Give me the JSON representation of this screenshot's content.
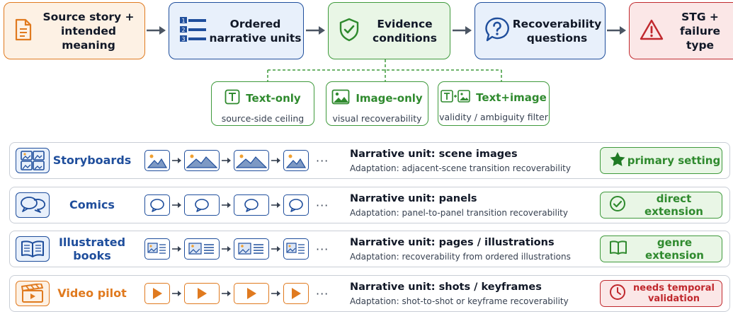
{
  "pipeline": {
    "stages": [
      {
        "label_1": "Source story +",
        "label_2": "intended meaning",
        "icon": "document-icon"
      },
      {
        "label_1": "Ordered",
        "label_2": "narrative units",
        "icon": "numbered-list-icon"
      },
      {
        "label_1": "Evidence",
        "label_2": "conditions",
        "icon": "shield-check-icon"
      },
      {
        "label_1": "Recoverability",
        "label_2": "questions",
        "icon": "question-bubble-icon"
      },
      {
        "label_1": "STG +",
        "label_2": "failure type",
        "icon": "warning-icon"
      }
    ]
  },
  "evidence": [
    {
      "title": "Text-only",
      "subtitle": "source-side ceiling",
      "icon": "text-icon"
    },
    {
      "title": "Image-only",
      "subtitle": "visual recoverability",
      "icon": "image-icon"
    },
    {
      "title": "Text+image",
      "subtitle": "validity / ambiguity filter",
      "icon": "text-image-icon"
    }
  ],
  "rows": [
    {
      "name": "Storyboards",
      "unit": "Narrative unit: scene images",
      "adaptation": "Adaptation: adjacent-scene transition recoverability",
      "badge": "primary setting",
      "badge_icon": "star-icon",
      "frame_icon": "landscape-icon",
      "color": "#1f4e9c"
    },
    {
      "name": "Comics",
      "unit": "Narrative unit: panels",
      "adaptation": "Adaptation: panel-to-panel transition recoverability",
      "badge": "direct extension",
      "badge_icon": "check-circle-icon",
      "frame_icon": "speech-bubble-icon",
      "color": "#1f4e9c"
    },
    {
      "name_1": "Illustrated",
      "name_2": "books",
      "unit": "Narrative unit: pages / illustrations",
      "adaptation": "Adaptation: recoverability from ordered illustrations",
      "badge": "genre extension",
      "badge_icon": "book-icon",
      "frame_icon": "illustrated-page-icon",
      "color": "#1f4e9c"
    },
    {
      "name": "Video pilot",
      "unit": "Narrative unit: shots / keyframes",
      "adaptation": "Adaptation: shot-to-shot or keyframe recoverability",
      "badge_1": "needs temporal",
      "badge_2": "validation",
      "badge_icon": "clock-icon",
      "frame_icon": "play-icon",
      "color": "#e07a1f"
    }
  ],
  "ellipsis": "···",
  "colors": {
    "orange": "#e07a1f",
    "blue": "#1f4e9c",
    "green": "#3f9a3c",
    "red": "#c0282d",
    "gray_border": "#c9ced6"
  }
}
